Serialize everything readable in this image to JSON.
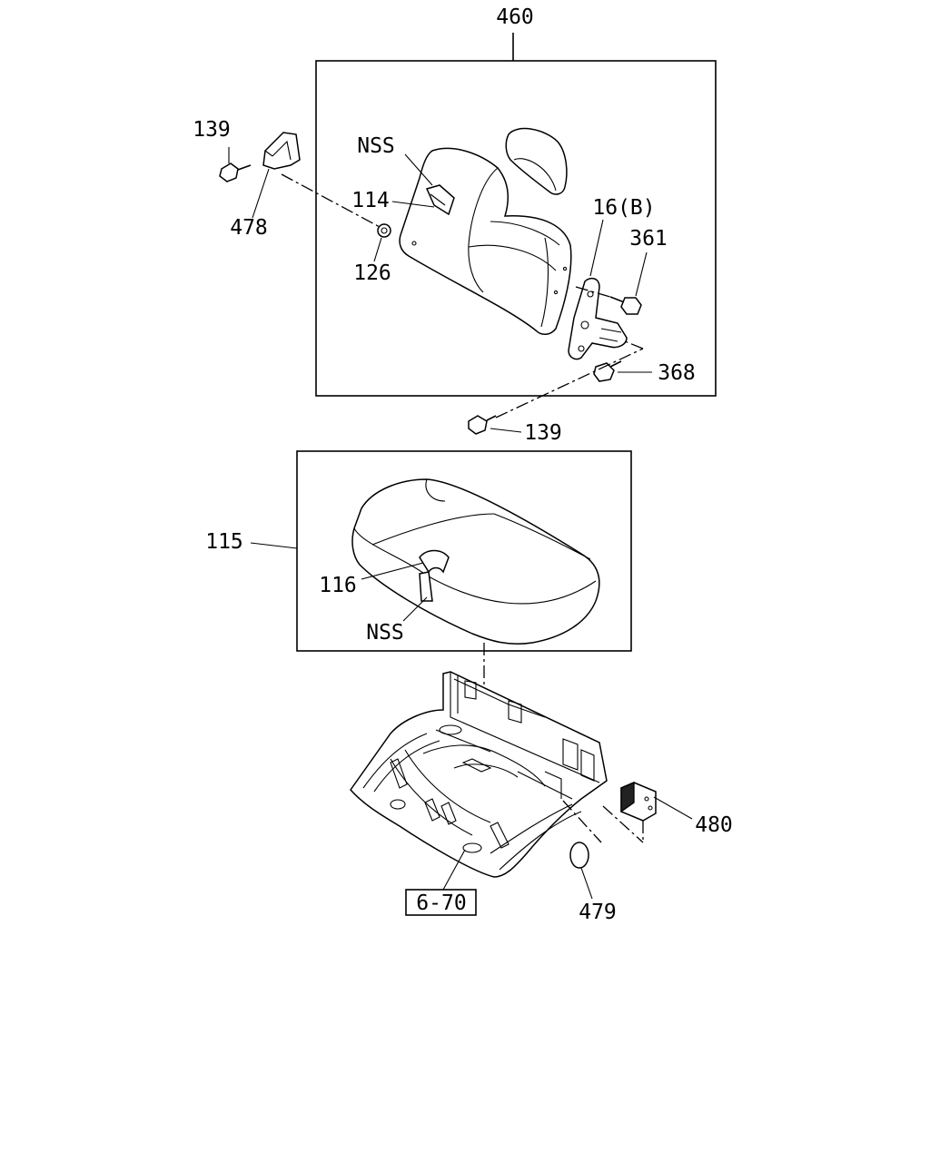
{
  "labels": {
    "l460": "460",
    "l139a": "139",
    "l478": "478",
    "lnss1": "NSS",
    "l114": "114",
    "l126": "126",
    "l16b": "16(B)",
    "l361": "361",
    "l368": "368",
    "l139b": "139",
    "l115": "115",
    "l116": "116",
    "lnss2": "NSS",
    "l480": "480",
    "l670": "6-70",
    "l479": "479"
  }
}
